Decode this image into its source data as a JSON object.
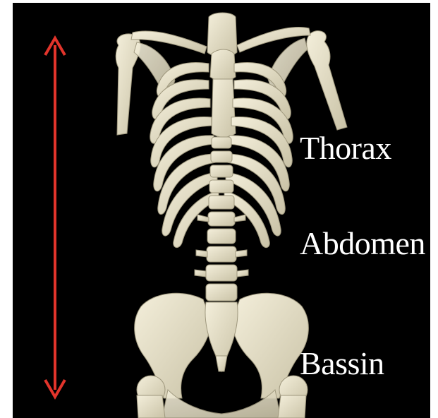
{
  "labels": {
    "thorax": "Thorax",
    "abdomen": "Abdomen",
    "bassin": "Bassin"
  },
  "colors": {
    "background": "#000000",
    "bone": "#ece6cf",
    "bone_shadow": "#b8b196",
    "arrow": "#e2342b",
    "text": "#ffffff"
  },
  "icons": {
    "arrow": "double-headed-vertical-arrow-icon"
  }
}
